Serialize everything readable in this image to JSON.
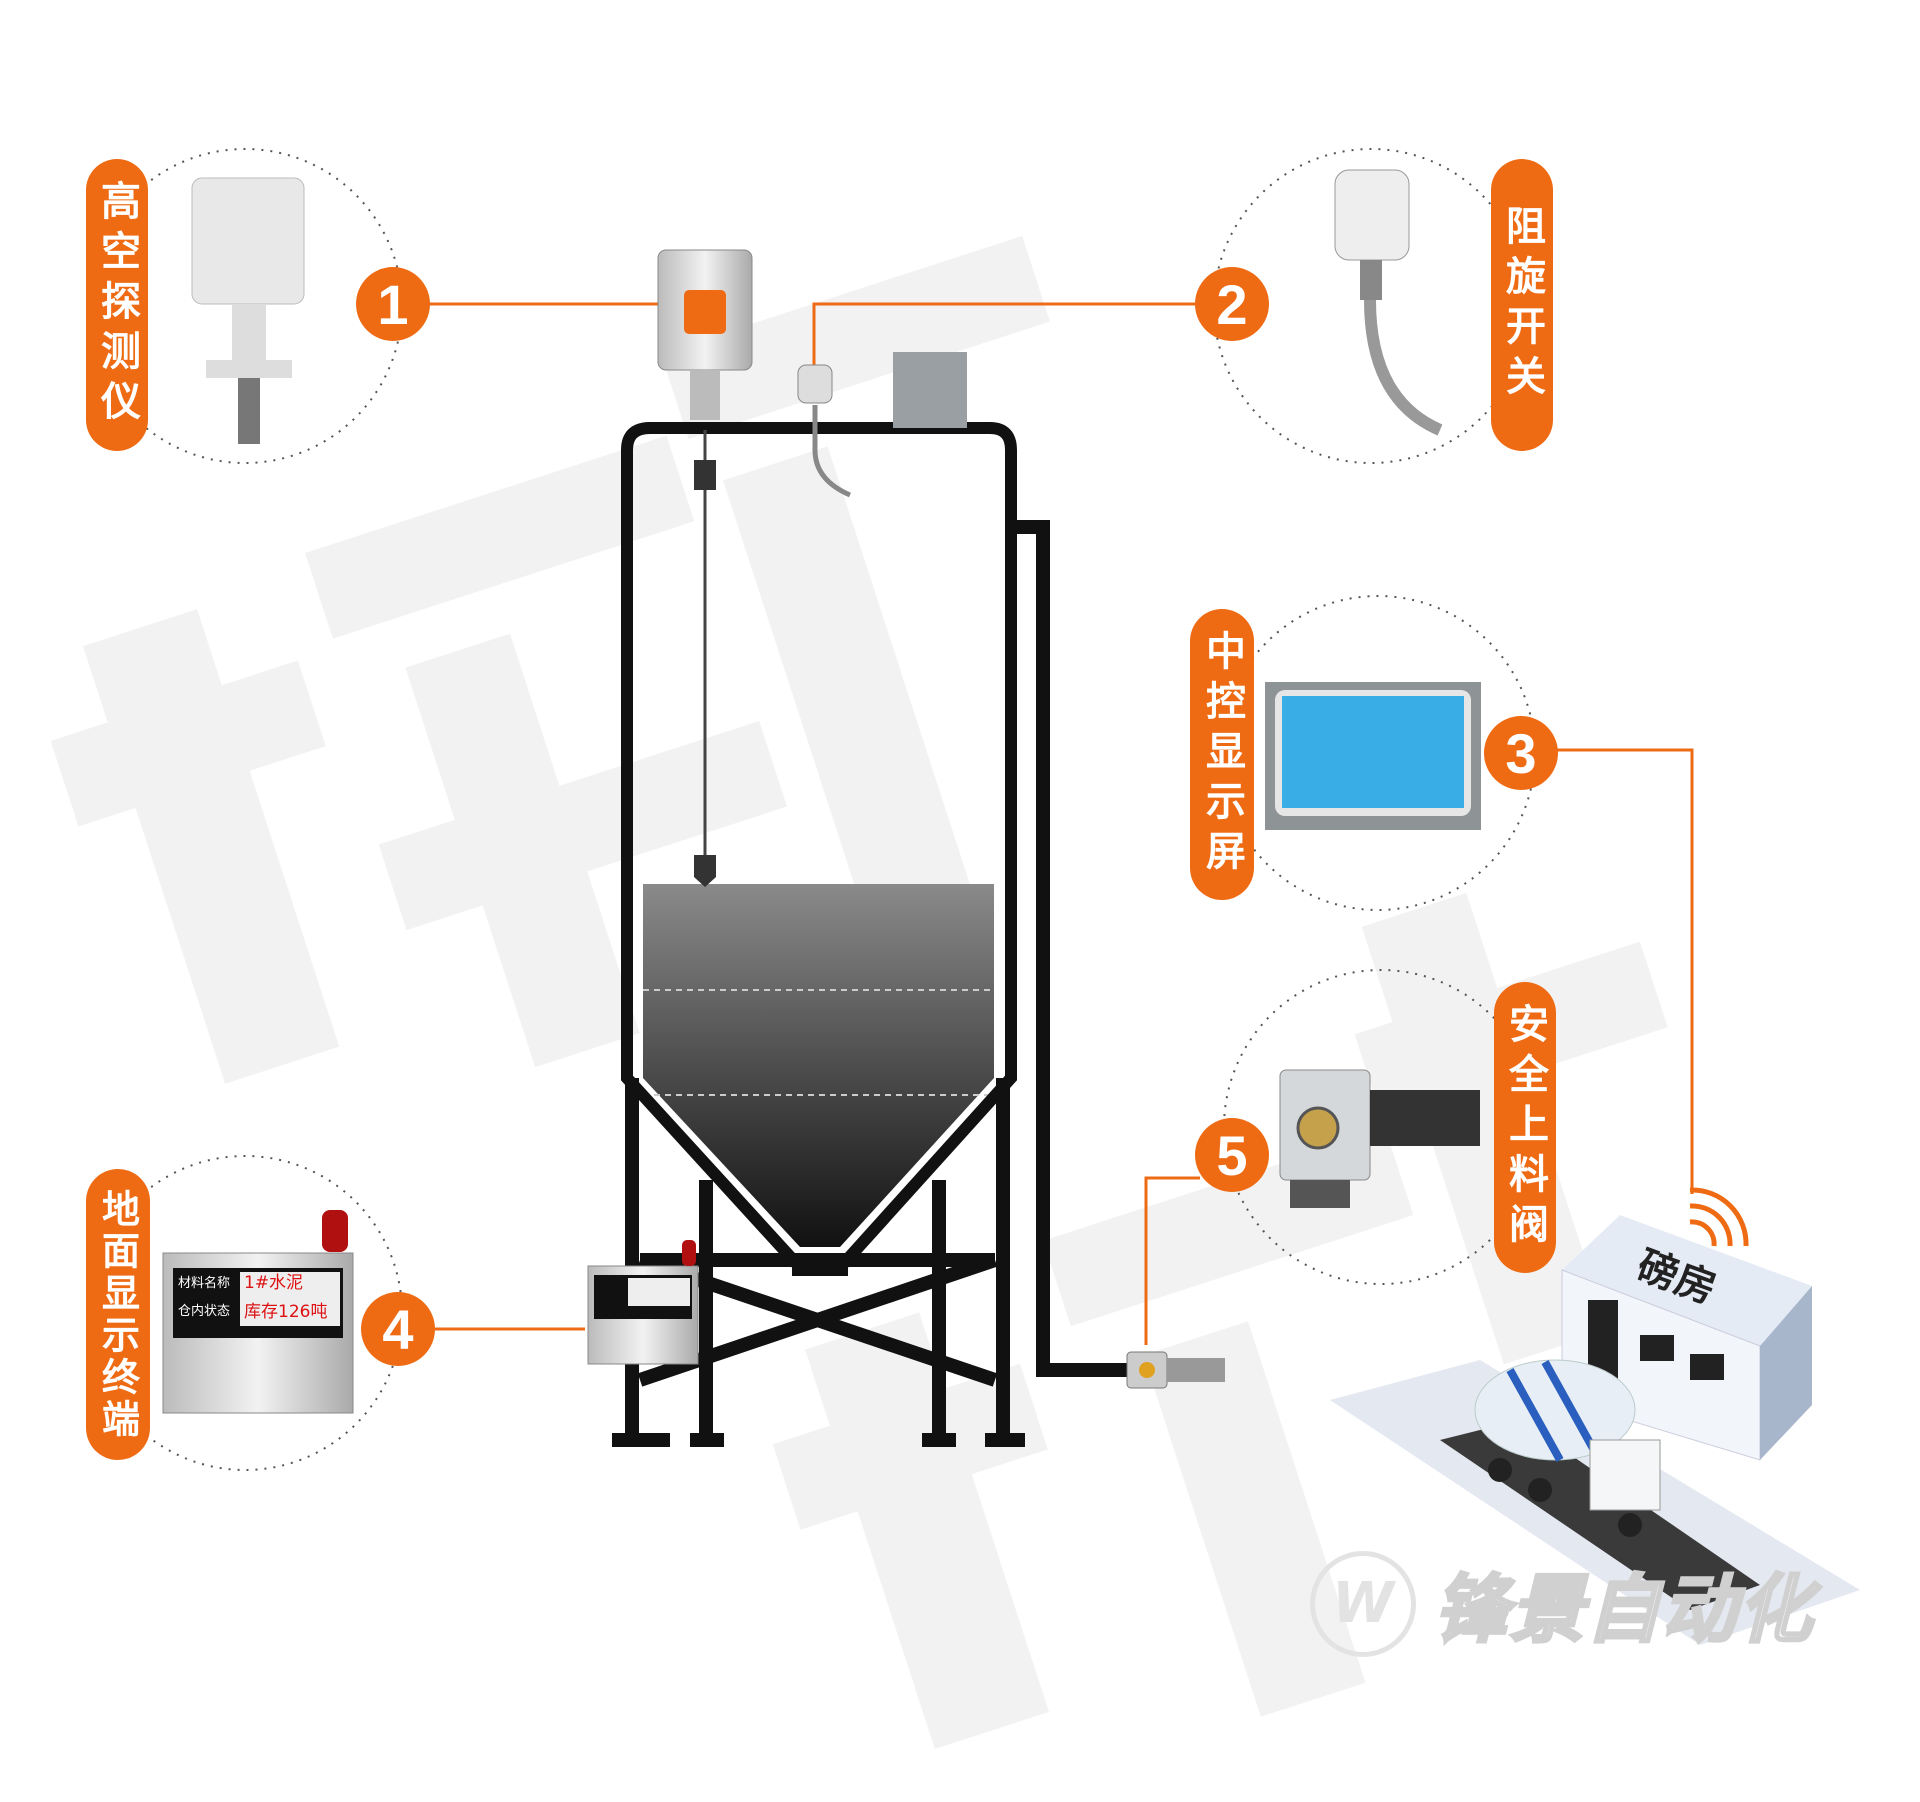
{
  "labels": [
    {
      "num": "1",
      "text": "高空探测仪"
    },
    {
      "num": "2",
      "text": "阻旋开关"
    },
    {
      "num": "3",
      "text": "中控显示屏"
    },
    {
      "num": "4",
      "text": "地面显示终端"
    },
    {
      "num": "5",
      "text": "安全上料阀"
    }
  ],
  "terminal": {
    "material_label": "材料名称",
    "material_value": "1#水泥",
    "status_label": "仓内状态",
    "status_value": "库存126吨"
  },
  "scale_house": "磅房",
  "watermark": "锋景",
  "logo": {
    "mark": "W",
    "text": "锋景自动化"
  },
  "colors": {
    "accent": "#ee6b14",
    "silo": "#111111"
  }
}
